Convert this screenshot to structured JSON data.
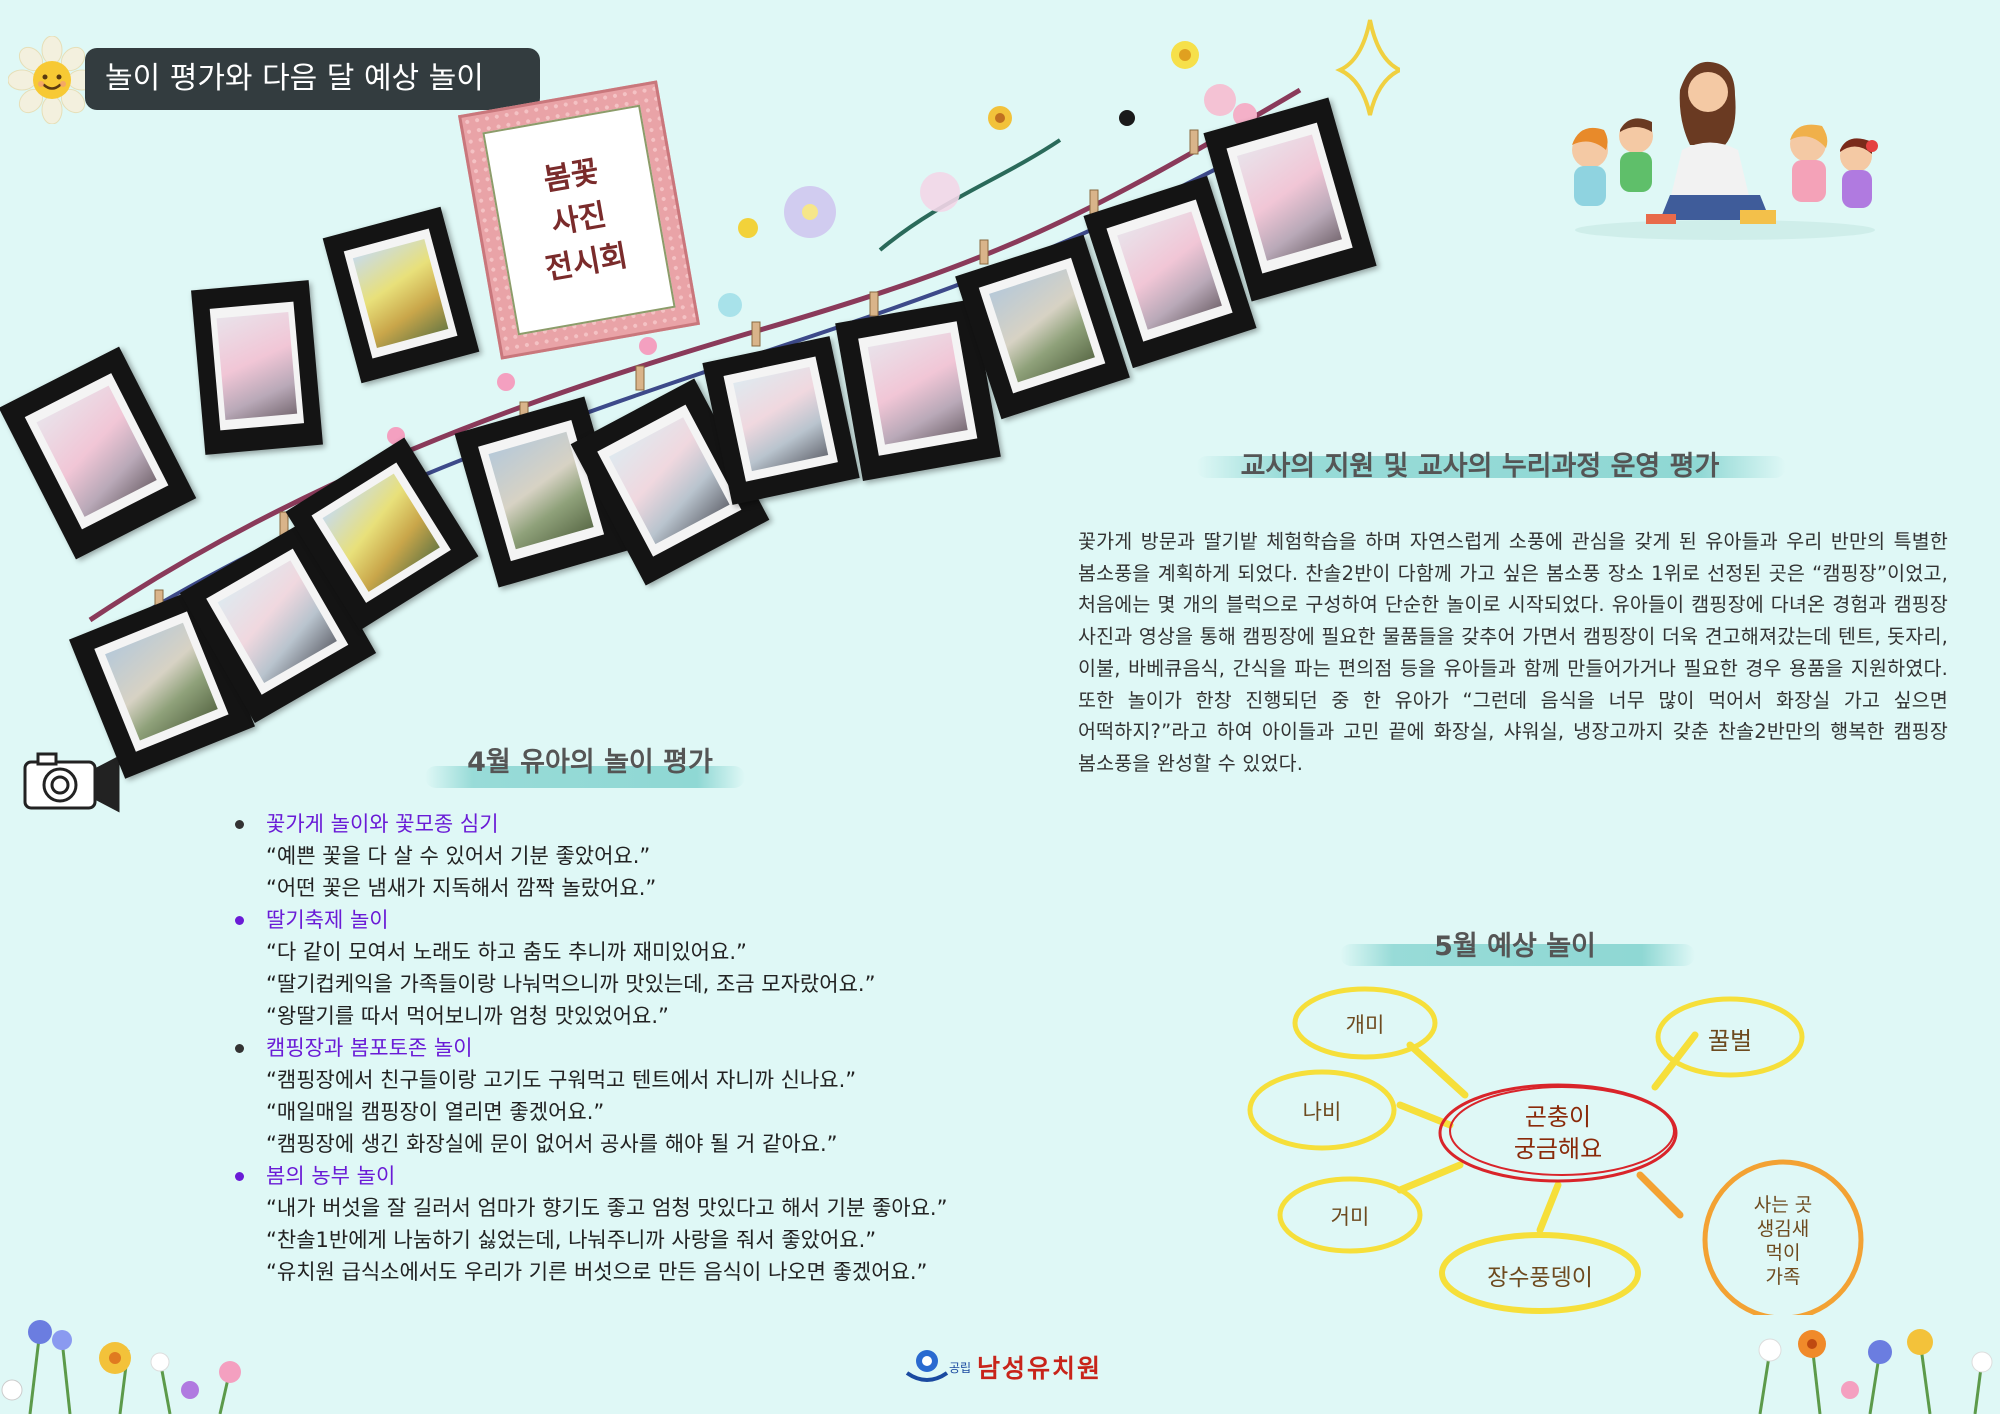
{
  "header": {
    "title": "놀이 평가와 다음 달 예상 놀이"
  },
  "poster": {
    "line1": "봄꽃",
    "line2": "사진",
    "line3": "전시회"
  },
  "teacher_section": {
    "title": "교사의 지원 및 교사의 누리과정 운영 평가",
    "paragraph": "꽃가게 방문과 딸기밭 체험학습을 하며 자연스럽게 소풍에 관심을 갖게 된 유아들과 우리 반만의 특별한 봄소풍을 계획하게 되었다. 찬솔2반이 다함께 가고 싶은 봄소풍 장소 1위로 선정된 곳은 “캠핑장”이었고, 처음에는 몇 개의 블럭으로 구성하여 단순한 놀이로 시작되었다. 유아들이 캠핑장에 다녀온 경험과 캠핑장 사진과 영상을 통해 캠핑장에 필요한 물품들을 갖추어 가면서 캠핑장이 더욱 견고해져갔는데 텐트, 돗자리, 이불, 바베큐음식, 간식을 파는 편의점 등을 유아들과 함께 만들어가거나 필요한 경우 용품을 지원하였다. 또한 놀이가 한창 진행되던 중 한 유아가 “그런데 음식을 너무 많이 먹어서 화장실 가고 싶으면 어떡하지?”라고 하여 아이들과 고민 끝에 화장실, 샤워실, 냉장고까지 갖춘 찬솔2반만의 행복한 캠핑장 봄소풍을 완성할 수 있었다."
  },
  "april_section": {
    "title": "4월 유아의 놀이 평가",
    "items": [
      {
        "topic": "꽃가게 놀이와 꽃모종 심기",
        "bullet_color": "#333333",
        "quotes": [
          "“예쁜 꽃을 다 살 수 있어서 기분 좋았어요.”",
          "“어떤 꽃은 냄새가 지독해서 깜짝 놀랐어요.”"
        ]
      },
      {
        "topic": "딸기축제 놀이",
        "bullet_color": "#6a1bd6",
        "quotes": [
          "“다 같이 모여서 노래도 하고 춤도 추니까 재미있어요.”",
          "“딸기컵케익을 가족들이랑 나눠먹으니까 맛있는데, 조금 모자랐어요.”",
          "“왕딸기를 따서 먹어보니까 엄청 맛있었어요.”"
        ]
      },
      {
        "topic": "캠핑장과 봄포토존 놀이",
        "bullet_color": "#333333",
        "quotes": [
          "“캠핑장에서 친구들이랑 고기도 구워먹고 텐트에서 자니까 신나요.”",
          "“매일매일 캠핑장이 열리면 좋겠어요.”",
          "“캠핑장에 생긴 화장실에 문이 없어서 공사를 해야 될 거 같아요.”"
        ]
      },
      {
        "topic": "봄의 농부 놀이",
        "bullet_color": "#6a1bd6",
        "quotes": [
          "“내가 버섯을 잘 길러서 엄마가 향기도 좋고 엄청 맛있다고 해서 기분 좋아요.”",
          "“찬솔1반에게 나눔하기 싫었는데, 나눠주니까 사랑을 줘서 좋았어요.”",
          "“유치원 급식소에서도 우리가 기른 버섯으로 만든 음식이 나오면 좋겠어요.”"
        ]
      }
    ]
  },
  "may_section": {
    "title": "5월 예상 놀이",
    "center": {
      "line1": "곤충이",
      "line2": "궁금해요"
    },
    "nodes": {
      "ant": "개미",
      "bee": "꿀벌",
      "butterfly": "나비",
      "spider": "거미",
      "beetle": "장수풍뎅이",
      "habitat_line1": "사는 곳",
      "habitat_line2": "생김새",
      "habitat_line3": "먹이",
      "habitat_line4": "가족"
    }
  },
  "footer": {
    "logo_prefix": "공립",
    "logo_text": "남성유치원"
  },
  "colors": {
    "background": "#dff8f6",
    "pill": "#333c3f",
    "brush": "#86d4d0",
    "topic": "#6a1bd6",
    "node_yellow": "#f6df3a",
    "node_orange": "#f3a233",
    "center_red": "#d9242a"
  }
}
